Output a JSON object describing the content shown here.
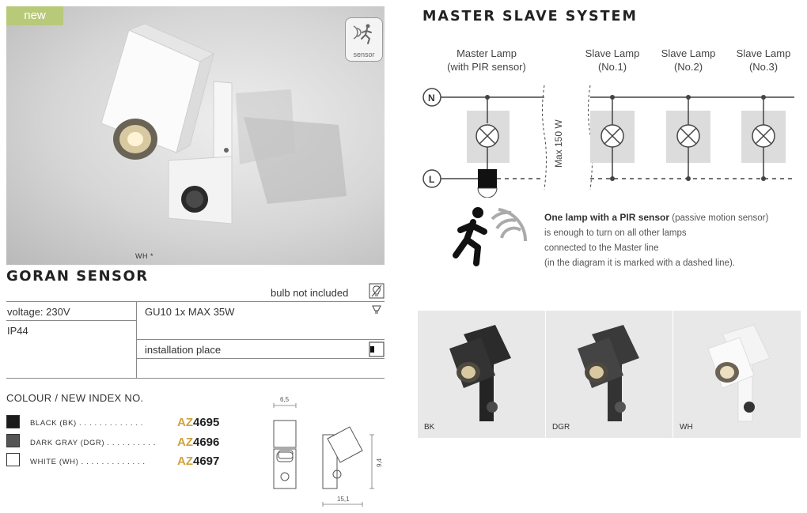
{
  "hero": {
    "badge": "new",
    "sensor_label": "sensor",
    "caption": "WH *"
  },
  "product": {
    "title": "GORAN SENSOR",
    "bulb_note": "bulb not included",
    "specs": {
      "voltage": "voltage: 230V",
      "ip": "IP44",
      "bulb": "GU10 1x MAX 35W",
      "installation": "installation place"
    }
  },
  "colours": {
    "heading": "COLOUR / NEW INDEX NO.",
    "items": [
      {
        "name": "BLACK (BK)",
        "dots": ". . . . . . . . . . . . .",
        "prefix": "AZ",
        "number": "4695",
        "swatch": "#1c1c1c"
      },
      {
        "name": "DARK GRAY (DGR)",
        "dots": ". . . . . . . . . .",
        "prefix": "AZ",
        "number": "4696",
        "swatch": "#555555"
      },
      {
        "name": "WHITE (WH)",
        "dots": ". . . . . . . . . . . . .",
        "prefix": "AZ",
        "number": "4697",
        "swatch": "#ffffff"
      }
    ],
    "accent": "#d2a13a"
  },
  "dimensions": {
    "top_width": "6,5",
    "height": "9,4",
    "bottom_width": "15,1"
  },
  "master_slave": {
    "title": "MASTER SLAVE SYSTEM",
    "master_label_1": "Master Lamp",
    "master_label_2": "(with PIR sensor)",
    "slaves": [
      {
        "line1": "Slave Lamp",
        "line2": "(No.1)"
      },
      {
        "line1": "Slave Lamp",
        "line2": "(No.2)"
      },
      {
        "line1": "Slave Lamp",
        "line2": "(No.3)"
      }
    ],
    "n_label": "N",
    "l_label": "L",
    "max_label": "Max 150 W",
    "pir_bold": "One lamp with a PIR sensor",
    "pir_rest": " (passive motion sensor)",
    "pir_line2": "is enough to turn on all other lamps",
    "pir_line3": "connected to the Master line",
    "pir_line4": "(in the diagram it is marked with a dashed line)."
  },
  "variants": [
    {
      "label": "BK",
      "body": "#2b2b2b"
    },
    {
      "label": "DGR",
      "body": "#3c3c3c"
    },
    {
      "label": "WH",
      "body": "#f4f4f4"
    }
  ]
}
